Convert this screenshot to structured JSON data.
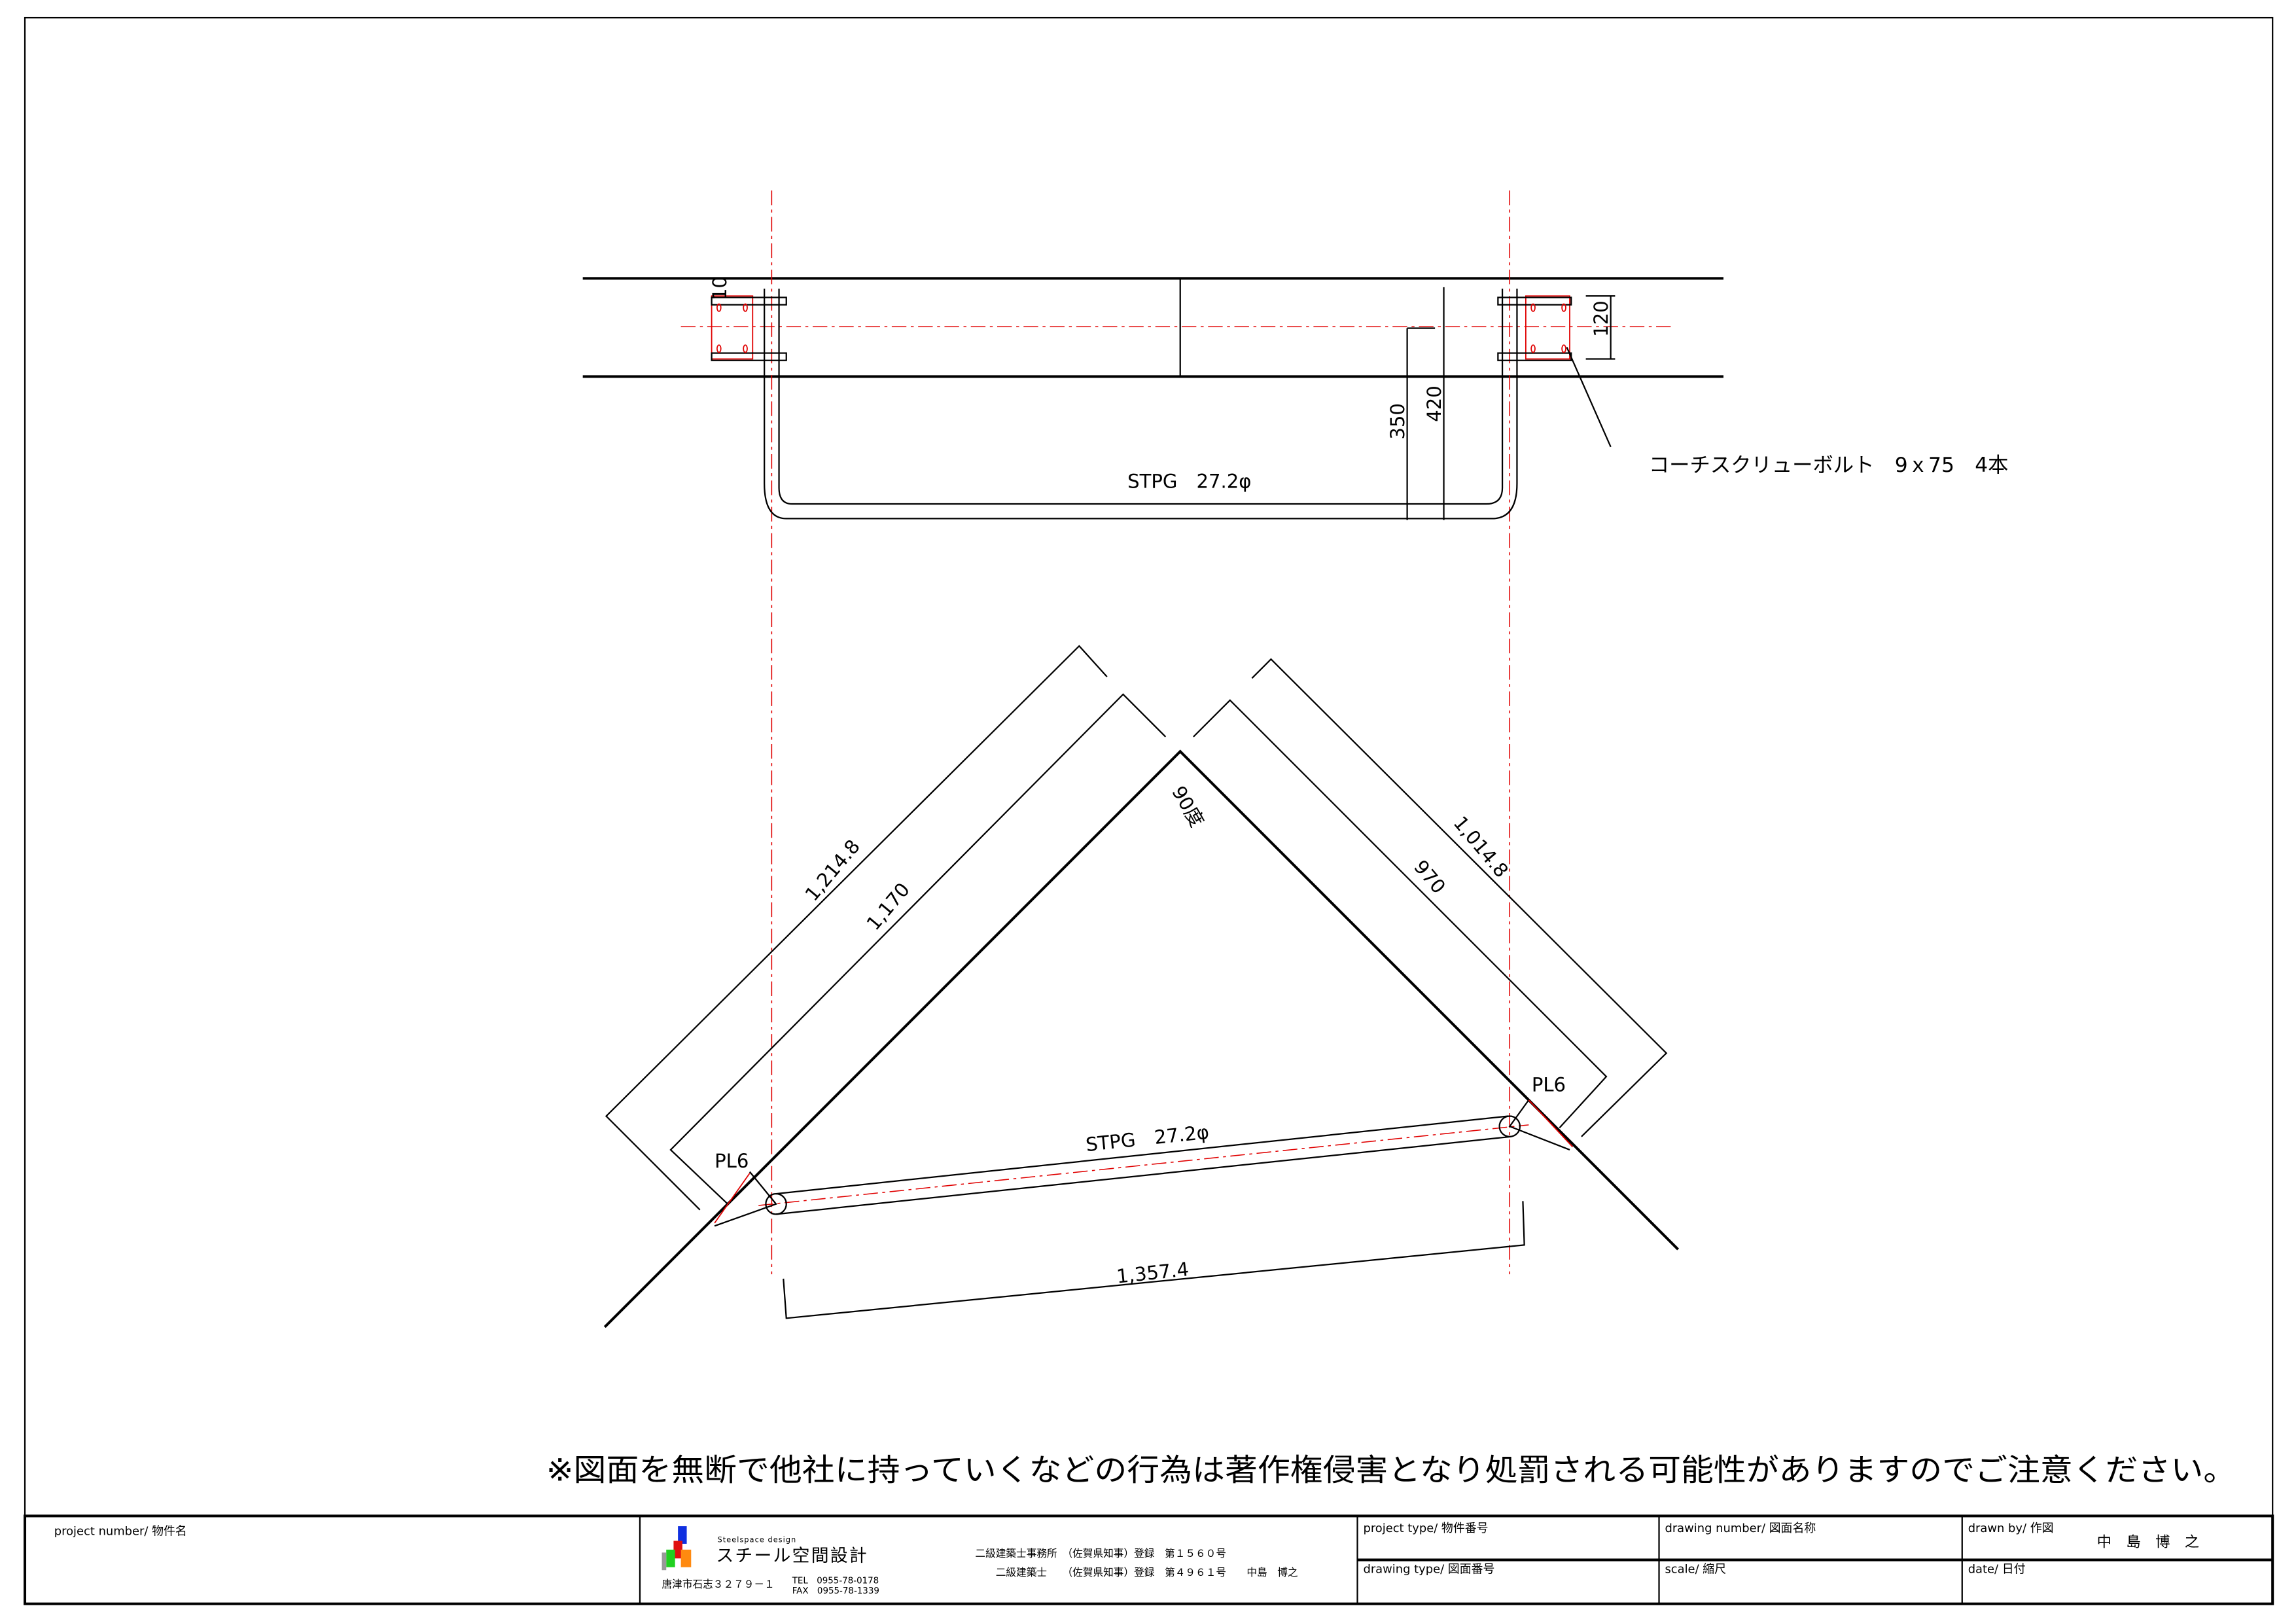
{
  "plan_view": {
    "pipe_label": "STPG　27.2φ",
    "dim_plate_thickness": "10",
    "dim_plate_width": "120",
    "dim_inner_depth": "350",
    "dim_outer_depth": "420",
    "bolt_label": "コーチスクリューボルト　9ｘ75　4本"
  },
  "corner_view": {
    "angle_label": "90度",
    "dim_left_outer": "1,214.8",
    "dim_left_inner": "1,170",
    "dim_right_outer": "1,014.8",
    "dim_right_inner": "970",
    "plate_left": "PL6",
    "plate_right": "PL6",
    "pipe_label": "STPG　27.2φ",
    "dim_brace_span": "1,357.4"
  },
  "notice": "※図面を無断で他社に持っていくなどの行為は著作権侵害となり処罰される可能性がありますのでご注意ください。",
  "title_block": {
    "project_number_label": "project number/ 物件名",
    "company_tagline": "Steelspace design",
    "company_name": "スチール空間設計",
    "address": "唐津市石志３２７９－１",
    "tel": "TEL　0955-78-0178",
    "fax": "FAX　0955-78-1339",
    "office_registration": "二級建築士事務所　（佐賀県知事）登録　第１５６０号",
    "architect_registration": "二級建築士　　（佐賀県知事）登録　第４９６１号　　中島　博之",
    "project_type_label": "project type/ 物件番号",
    "drawing_type_label": "drawing type/ 図面番号",
    "drawing_number_label": "drawing number/ 図面名称",
    "scale_label": "scale/ 縮尺",
    "drawn_by_label": "drawn by/ 作図",
    "drawn_by_value": "中　島　博　之",
    "date_label": "date/ 日付"
  },
  "colors": {
    "centerline": "#e00000",
    "logo_blue": "#1030e0",
    "logo_red": "#e01010",
    "logo_green": "#20d020",
    "logo_orange": "#ff8a10"
  }
}
